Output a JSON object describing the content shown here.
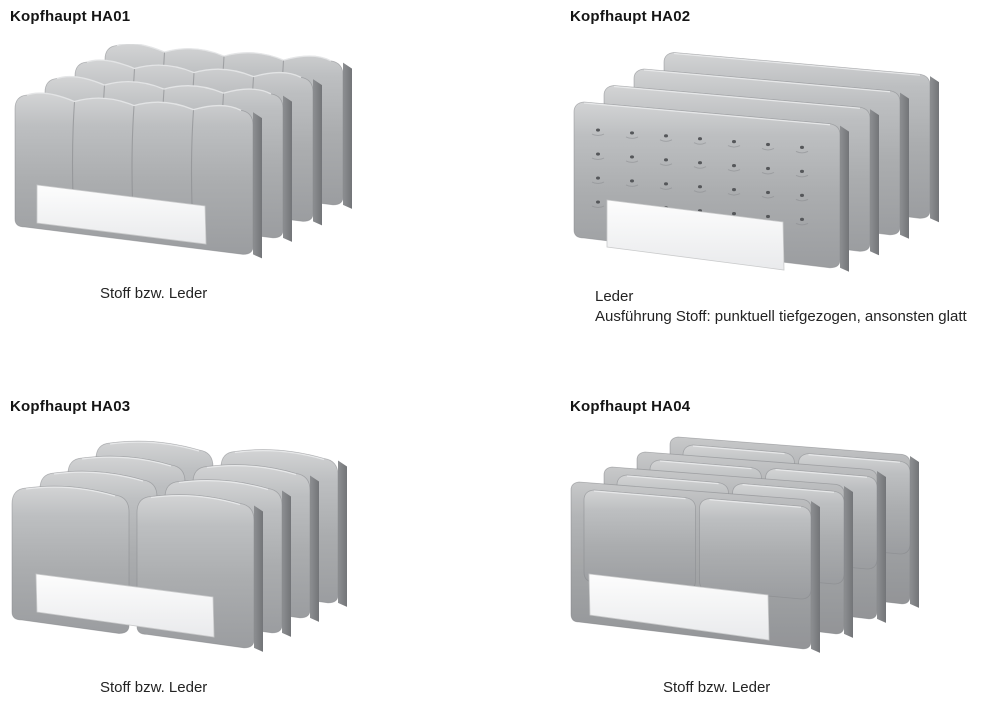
{
  "page": {
    "background": "#ffffff",
    "type": "product-catalog-sheet"
  },
  "products": [
    {
      "id": "HA01",
      "title": "Kopfhaupt HA01",
      "style": "ha01",
      "caption_lines": [
        "Stoff bzw. Leder"
      ]
    },
    {
      "id": "HA02",
      "title": "Kopfhaupt HA02",
      "style": "ha02",
      "caption_lines": [
        "Leder",
        "Ausführung Stoff: punktuell tiefgezogen, ansonsten glatt"
      ]
    },
    {
      "id": "HA03",
      "title": "Kopfhaupt HA03",
      "style": "ha03",
      "caption_lines": [
        "Stoff bzw. Leder"
      ]
    },
    {
      "id": "HA04",
      "title": "Kopfhaupt HA04",
      "style": "ha04",
      "caption_lines": [
        "Stoff bzw. Leder"
      ]
    }
  ],
  "colors": {
    "panel_face_light": "#d3d4d5",
    "panel_face_mid": "#abadaf",
    "panel_face_dark": "#9b9da0",
    "panel_side_light": "#8d8f92",
    "panel_side_dark": "#737578",
    "panel_outline": "#85878a",
    "seam": "#8a8c8f",
    "button": "#55575a",
    "sheen": "#e9eaeb",
    "cutout_light": "#fdfdfd",
    "cutout_dark": "#e9eaec",
    "cutout_border": "#c9cacb",
    "text": "#1c1c1c"
  }
}
